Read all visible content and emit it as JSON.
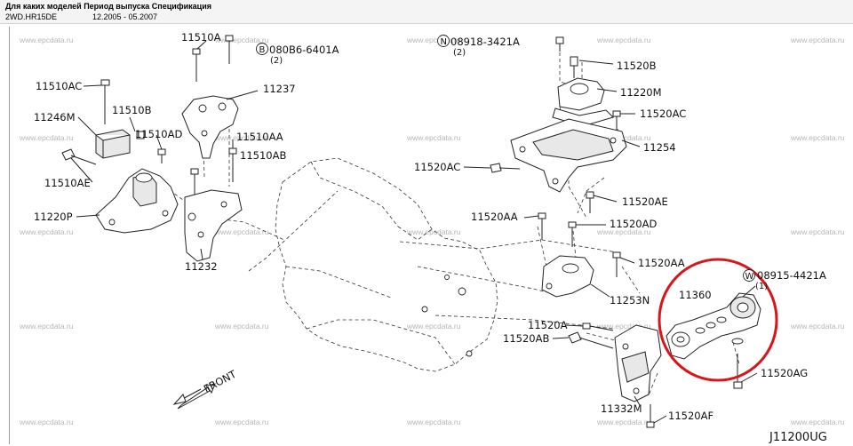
{
  "header": {
    "columns": "Для каких моделей Период выпуска Спецификация",
    "model": "2WD.HR15DE",
    "period": "12.2005 - 05.2007"
  },
  "watermark": "www.epcdata.ru",
  "diagram_code": "J11200UG",
  "front_label": "FRONT",
  "highlight_color": "#d9141b",
  "labels": {
    "p11510A": "11510A",
    "p080B6": "080B6-6401A",
    "p080B6_qty": "(2)",
    "p08918": "08918-3421A",
    "p08918_qty": "(2)",
    "p11520B": "11520B",
    "p11220M": "11220M",
    "p11520AC_r": "11520AC",
    "p11254": "11254",
    "p11510AC": "11510AC",
    "p11237": "11237",
    "p11246M": "11246M",
    "p11510B": "11510B",
    "p11510AD": "11510AD",
    "p11510AA": "11510AA",
    "p11510AB": "11510AB",
    "p11510AE": "11510AE",
    "p11220P": "11220P",
    "p11232": "11232",
    "p11520AC_l": "11520AC",
    "p11520AE": "11520AE",
    "p11520AA_l": "11520AA",
    "p11520AD": "11520AD",
    "p11520AA_r": "11520AA",
    "p11253N": "11253N",
    "p11360": "11360",
    "p08915": "08915-4421A",
    "p08915_qty": "(1)",
    "p11520A_b": "11520A",
    "p11520AB": "11520AB",
    "p11520AG": "11520AG",
    "p11332M": "11332M",
    "p11520AF": "11520AF"
  },
  "prefix_marks": {
    "b": "B",
    "n": "N",
    "w": "W"
  }
}
